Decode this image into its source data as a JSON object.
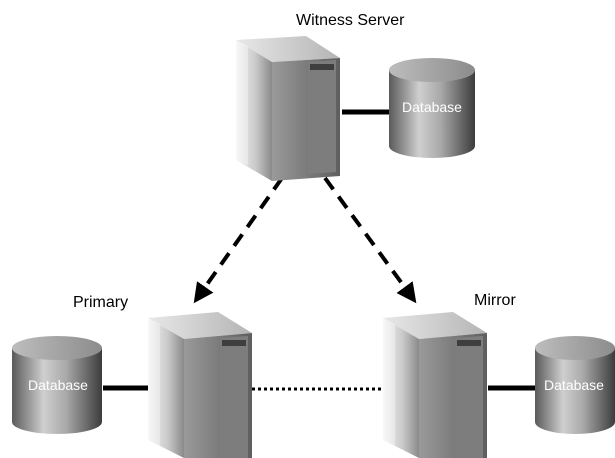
{
  "labels": {
    "witness": "Witness Server",
    "primary": "Primary",
    "mirror": "Mirror"
  },
  "databases": {
    "witness": "Database",
    "primary": "Database",
    "mirror": "Database"
  },
  "connections": [
    {
      "from": "witness",
      "to": "primary",
      "style": "dashed-arrow"
    },
    {
      "from": "witness",
      "to": "mirror",
      "style": "dashed-arrow"
    },
    {
      "from": "primary",
      "to": "mirror",
      "style": "dotted"
    },
    {
      "from": "witness",
      "to": "witness-database",
      "style": "solid"
    },
    {
      "from": "primary",
      "to": "primary-database",
      "style": "solid"
    },
    {
      "from": "mirror",
      "to": "mirror-database",
      "style": "solid"
    }
  ],
  "colors": {
    "server_front_light": "#f2f2f2",
    "server_front_dark": "#8c8c8c",
    "server_side": "#6e6e6e",
    "database_light": "#c8c8c8",
    "database_dark": "#505050",
    "line": "#000000"
  }
}
